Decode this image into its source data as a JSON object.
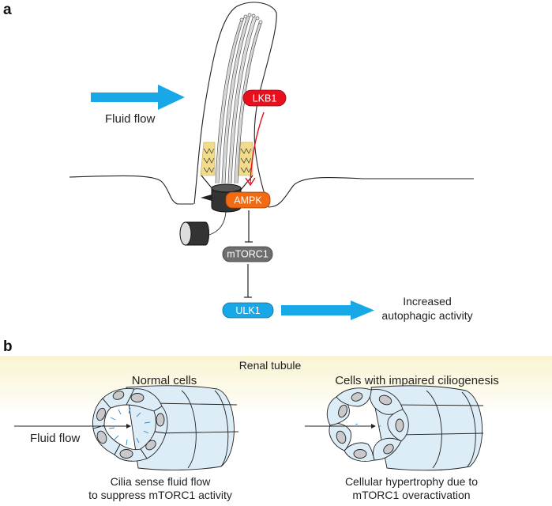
{
  "panels": {
    "a": {
      "label": "a",
      "fluid_flow_label": "Fluid flow",
      "nodes": {
        "lkb1": {
          "label": "LKB1",
          "color": "#e8101e"
        },
        "ampk": {
          "label": "AMPK",
          "color": "#f26b12"
        },
        "mtorc1": {
          "label": "mTORC1",
          "color": "#6d6e70"
        },
        "ulk1": {
          "label": "ULK1",
          "color": "#18a8e8"
        }
      },
      "outcome_label_line1": "Increased",
      "outcome_label_line2": "autophagic activity"
    },
    "b": {
      "label": "b",
      "header": "Renal tubule",
      "left": {
        "title": "Normal cells",
        "fluid_flow_label": "Fluid flow",
        "caption_line1": "Cilia sense fluid flow",
        "caption_line2": "to suppress mTORC1 activity"
      },
      "right": {
        "title": "Cells with impaired ciliogenesis",
        "caption_line1": "Cellular hypertrophy due to",
        "caption_line2": "mTORC1 overactivation"
      }
    }
  },
  "colors": {
    "flow_arrow": "#18a8e8",
    "band": "#fbf7dc",
    "cell_fill": "#dcedf8",
    "nucleus": "#c9c9cb",
    "cilia_blue": "#2a8fd0",
    "transition_zone": "#f2dc8c"
  }
}
